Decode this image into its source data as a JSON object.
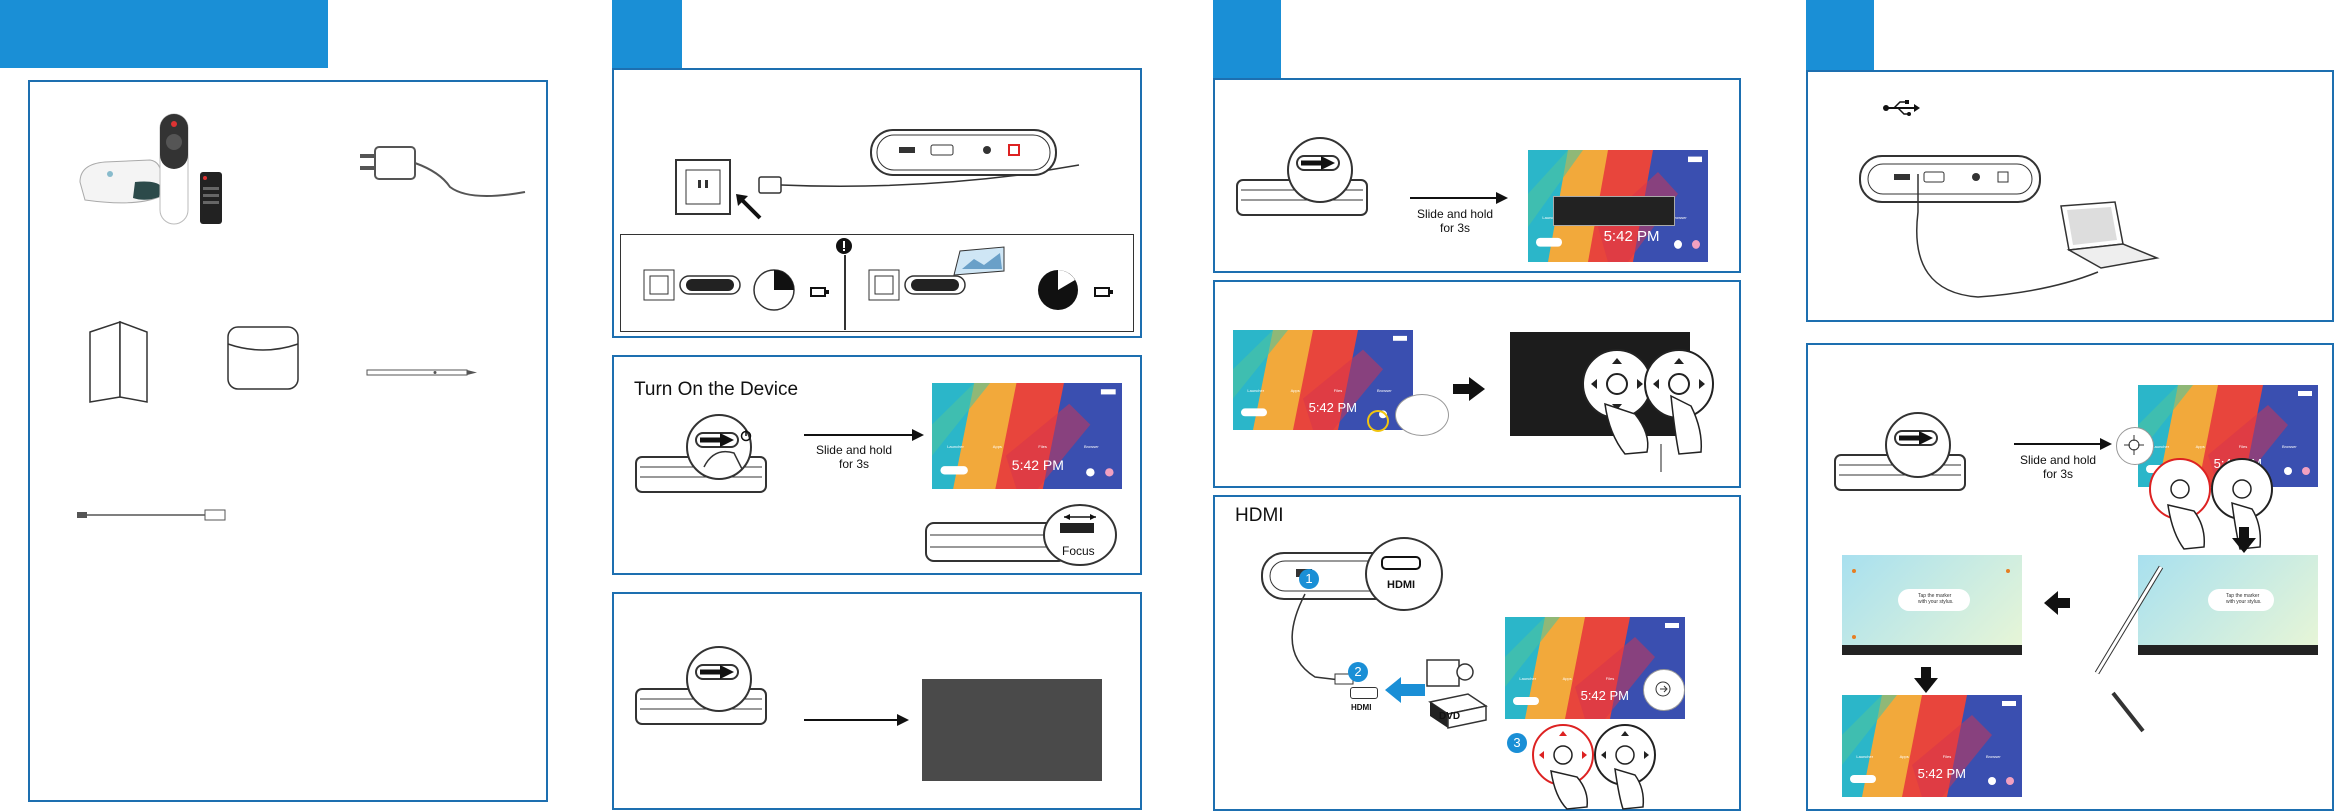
{
  "colors": {
    "accent": "#1a8fd6",
    "frame": "#1d6fb0",
    "screen_dark": "#4a4a4a"
  },
  "panel2": {
    "title": "Turn On the Device",
    "slide_hold": "Slide and hold\nfor 3s",
    "focus": "Focus"
  },
  "panel_b1": {
    "slide_hold": "Slide and hold\nfor 3s"
  },
  "panel_b3": {
    "title": "HDMI",
    "hdmi_tag": "HDMI",
    "hdmi_cable": "HDMI",
    "dvd": "DVD",
    "step1": "1",
    "step2": "2",
    "step3": "3"
  },
  "panel_c2": {
    "slide_hold": "Slide and hold\nfor 3s",
    "tip1": "Tap the marker\nwith your stylus.",
    "tip2": "Tap the marker\nwith your stylus."
  },
  "home_screen": {
    "time": "5:42 PM",
    "apps": [
      "Launcher",
      "Apps",
      "Files",
      "Browser"
    ]
  },
  "icons": [
    "power-icon",
    "usb-icon",
    "warning-icon",
    "charging-icon",
    "arrow-right-icon",
    "arrow-down-icon",
    "arrow-left-icon",
    "crosshair-icon"
  ]
}
